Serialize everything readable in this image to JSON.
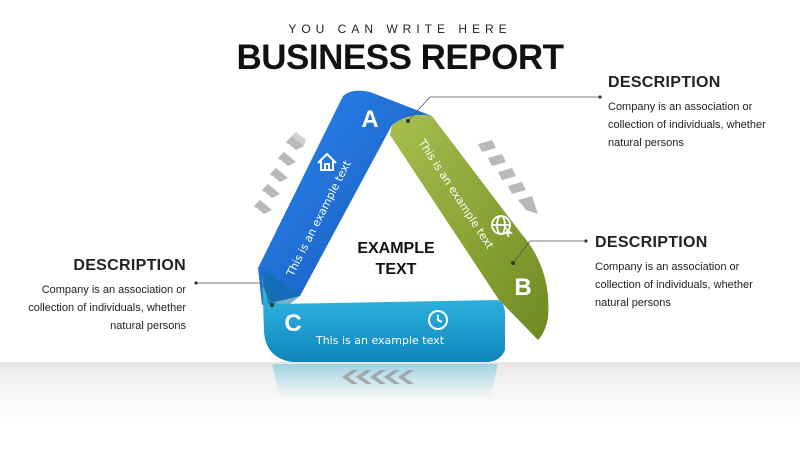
{
  "header": {
    "subtitle": "YOU CAN WRITE HERE",
    "title": "BUSINESS REPORT"
  },
  "center": {
    "line1": "EXAMPLE",
    "line2": "TEXT"
  },
  "segments": [
    {
      "letter": "A",
      "text": "This is an example text",
      "color": "#1f6fd6",
      "icon": "home-icon"
    },
    {
      "letter": "B",
      "text": "This is an example text",
      "color": "#8ea63a",
      "icon": "globe-cursor-icon"
    },
    {
      "letter": "C",
      "text": "This is an example text",
      "color": "#1fa9d6",
      "icon": "clock-icon"
    }
  ],
  "descriptions": [
    {
      "heading": "DESCRIPTION",
      "line1": "Company is an association or",
      "line2": "collection of individuals, whether",
      "line3": "natural persons"
    },
    {
      "heading": "DESCRIPTION",
      "line1": "Company is an association or",
      "line2": "collection of individuals, whether",
      "line3": "natural persons"
    },
    {
      "heading": "DESCRIPTION",
      "line1": "Company is an association or",
      "line2": "collection of individuals, whether",
      "line3": "natural persons"
    }
  ]
}
